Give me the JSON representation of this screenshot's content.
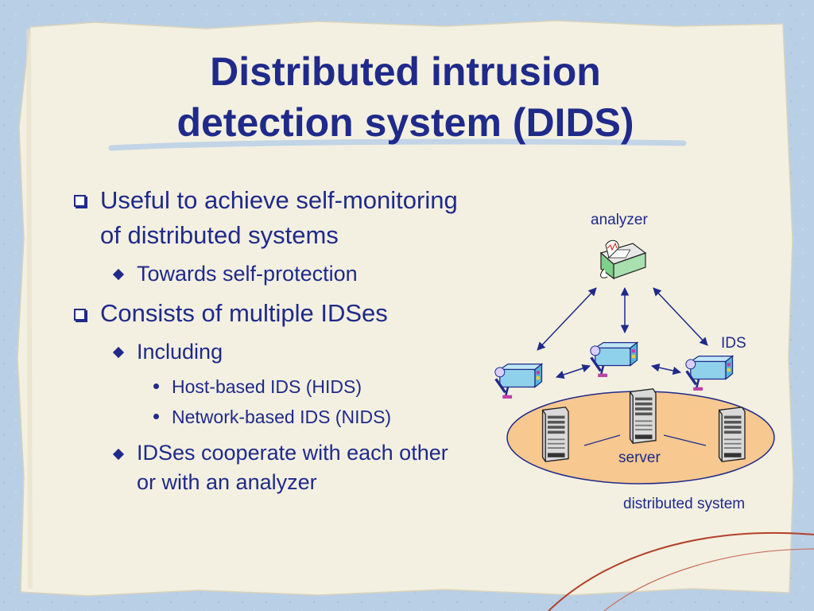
{
  "slide": {
    "title_line1": "Distributed intrusion",
    "title_line2": "detection system (DIDS)"
  },
  "bullets": [
    {
      "level": 1,
      "lines": [
        "Useful to achieve self-monitoring",
        "of distributed systems"
      ],
      "children": [
        {
          "level": 2,
          "lines": [
            "Towards self-protection"
          ]
        }
      ]
    },
    {
      "level": 1,
      "lines": [
        "Consists of multiple IDSes"
      ],
      "children": [
        {
          "level": 2,
          "lines": [
            "Including"
          ],
          "children": [
            {
              "level": 3,
              "lines": [
                "Host-based IDS (HIDS)"
              ]
            },
            {
              "level": 3,
              "lines": [
                "Network-based IDS (NIDS)"
              ]
            }
          ]
        },
        {
          "level": 2,
          "lines": [
            "IDSes cooperate with each other",
            "or with an analyzer"
          ]
        }
      ]
    }
  ],
  "diagram": {
    "labels": {
      "analyzer": "analyzer",
      "ids": "IDS",
      "server": "server",
      "distributed_system": "distributed system"
    },
    "icons": {
      "analyzer": "fax-machine-icon",
      "ids": "camera-icon",
      "server": "server-tower-icon"
    },
    "colors": {
      "text": "#1f2a8a",
      "ellipse_fill": "#f7c88f",
      "ids_body": "#8fd0ea"
    }
  }
}
